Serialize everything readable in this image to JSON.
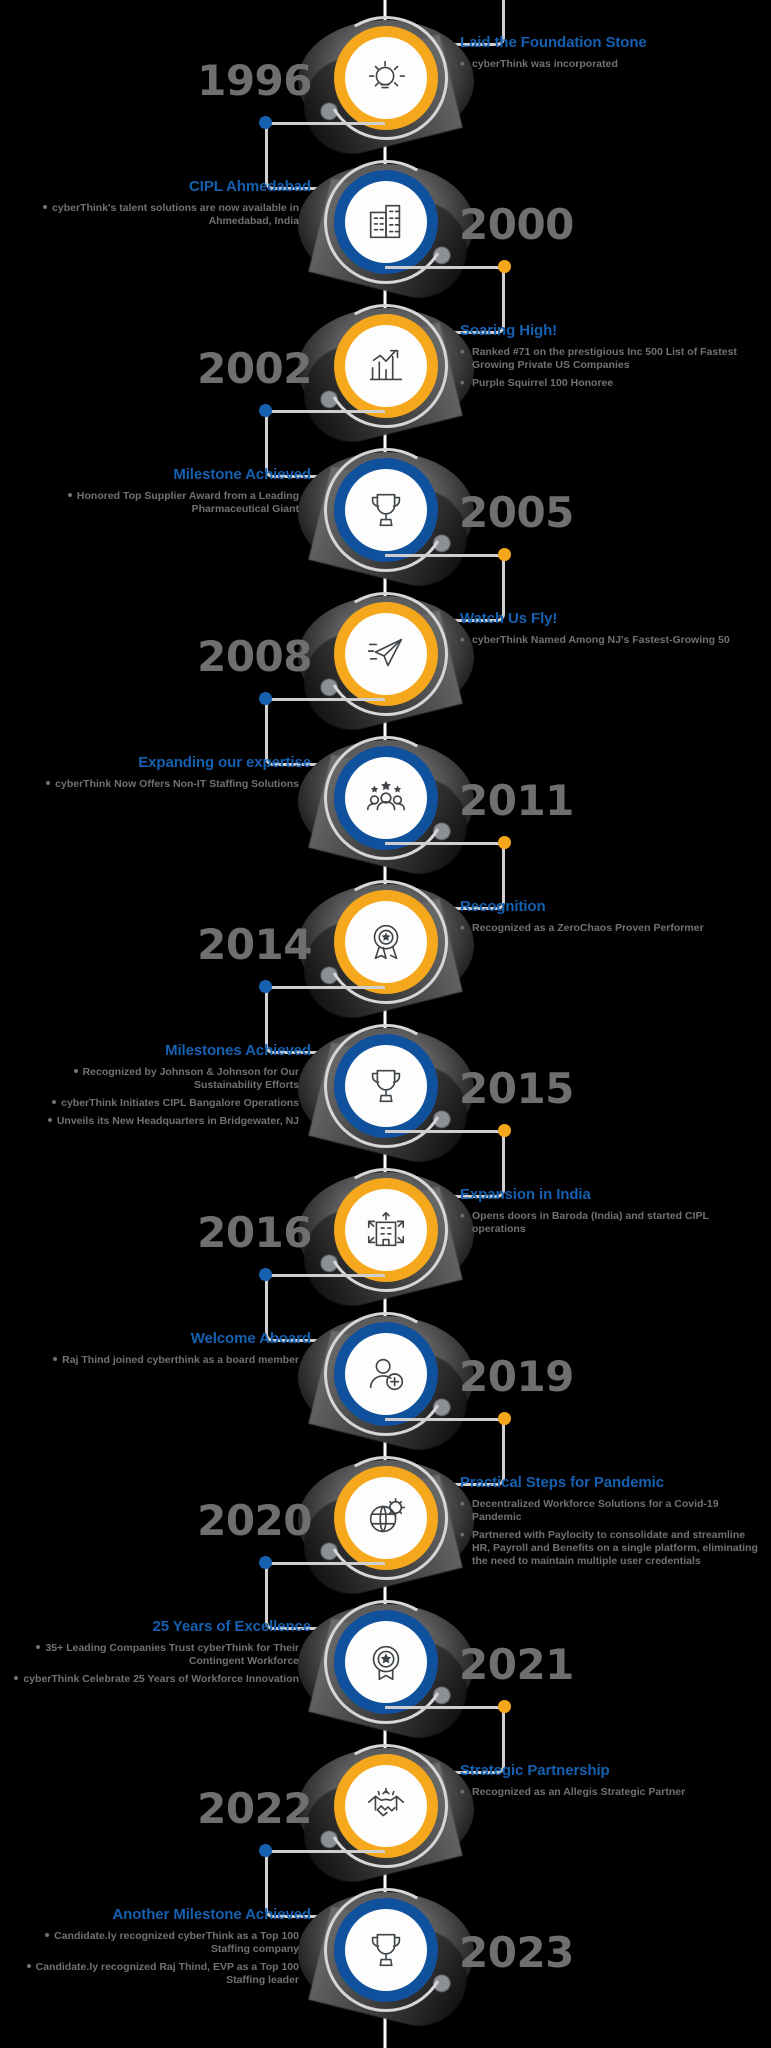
{
  "theme": {
    "background": "#000000",
    "amber": "#f5a81c",
    "blue": "#10519e",
    "title_blue": "#1560b0",
    "body_gray": "#6f7275",
    "year_gray": "#6f6f6f",
    "spine": "#ffffff"
  },
  "milestones": [
    {
      "year": "1996",
      "side": "right",
      "accent": "amber",
      "icon": "lightbulb-icon",
      "title": "Laid the Foundation Stone",
      "bullets": [
        "cyberThink was incorporated"
      ]
    },
    {
      "year": "2000",
      "side": "left",
      "accent": "blue",
      "icon": "office-building-icon",
      "title": "CIPL Ahmedabad",
      "bullets": [
        "cyberThink's talent solutions are now available in Ahmedabad, India"
      ]
    },
    {
      "year": "2002",
      "side": "right",
      "accent": "amber",
      "icon": "growth-chart-icon",
      "title": "Soaring High!",
      "bullets": [
        "Ranked #71 on the prestigious Inc 500 List of Fastest Growing Private US Companies",
        "Purple Squirrel 100 Honoree"
      ]
    },
    {
      "year": "2005",
      "side": "left",
      "accent": "blue",
      "icon": "trophy-icon",
      "title": "Milestone Achieved",
      "bullets": [
        "Honored Top Supplier Award from a Leading Pharmaceutical Giant"
      ]
    },
    {
      "year": "2008",
      "side": "right",
      "accent": "amber",
      "icon": "paper-plane-icon",
      "title": "Watch Us Fly!",
      "bullets": [
        "cyberThink Named Among NJ's Fastest-Growing 50"
      ]
    },
    {
      "year": "2011",
      "side": "left",
      "accent": "blue",
      "icon": "team-stars-icon",
      "title": "Expanding our expertise",
      "bullets": [
        "cyberThink Now Offers Non-IT Staffing Solutions"
      ]
    },
    {
      "year": "2014",
      "side": "right",
      "accent": "amber",
      "icon": "award-ribbon-icon",
      "title": "Recognition",
      "bullets": [
        "Recognized as a ZeroChaos Proven Performer"
      ]
    },
    {
      "year": "2015",
      "side": "left",
      "accent": "blue",
      "icon": "trophy-icon",
      "title": "Milestones Achieved",
      "bullets": [
        "Recognized by Johnson & Johnson for Our Sustainability Efforts",
        "cyberThink Initiates CIPL Bangalore Operations",
        "Unveils its New Headquarters in Bridgewater, NJ"
      ]
    },
    {
      "year": "2016",
      "side": "right",
      "accent": "amber",
      "icon": "building-expansion-icon",
      "title": "Expansion in India",
      "bullets": [
        "Opens doors in Baroda (India) and started CIPL operations"
      ]
    },
    {
      "year": "2019",
      "side": "left",
      "accent": "blue",
      "icon": "add-person-icon",
      "title": "Welcome Aboard",
      "bullets": [
        "Raj Thind joined cyberthink as a board member"
      ]
    },
    {
      "year": "2020",
      "side": "right",
      "accent": "amber",
      "icon": "globe-virus-icon",
      "title": "Practical Steps for Pandemic",
      "bullets": [
        "Decentralized Workforce Solutions for a Covid-19 Pandemic",
        "Partnered with Paylocity to consolidate and streamline HR, Payroll and Benefits on a single platform, eliminating the need to maintain multiple user credentials"
      ]
    },
    {
      "year": "2021",
      "side": "left",
      "accent": "blue",
      "icon": "star-badge-icon",
      "title": "25 Years of Excellence",
      "bullets": [
        "35+ Leading Companies Trust cyberThink for Their Contingent Workforce",
        "cyberThink Celebrate 25 Years of Workforce Innovation"
      ]
    },
    {
      "year": "2022",
      "side": "right",
      "accent": "amber",
      "icon": "handshake-icon",
      "title": "Strategic Partnership",
      "bullets": [
        "Recognized as an Allegis Strategic Partner"
      ]
    },
    {
      "year": "2023",
      "side": "left",
      "accent": "blue",
      "icon": "trophy-icon",
      "title": "Another Milestone Achieved",
      "bullets": [
        "Candidate.ly recognized cyberThink as a Top 100 Staffing company",
        "Candidate.ly recognized Raj Thind, EVP as a Top 100 Staffing leader"
      ]
    }
  ]
}
